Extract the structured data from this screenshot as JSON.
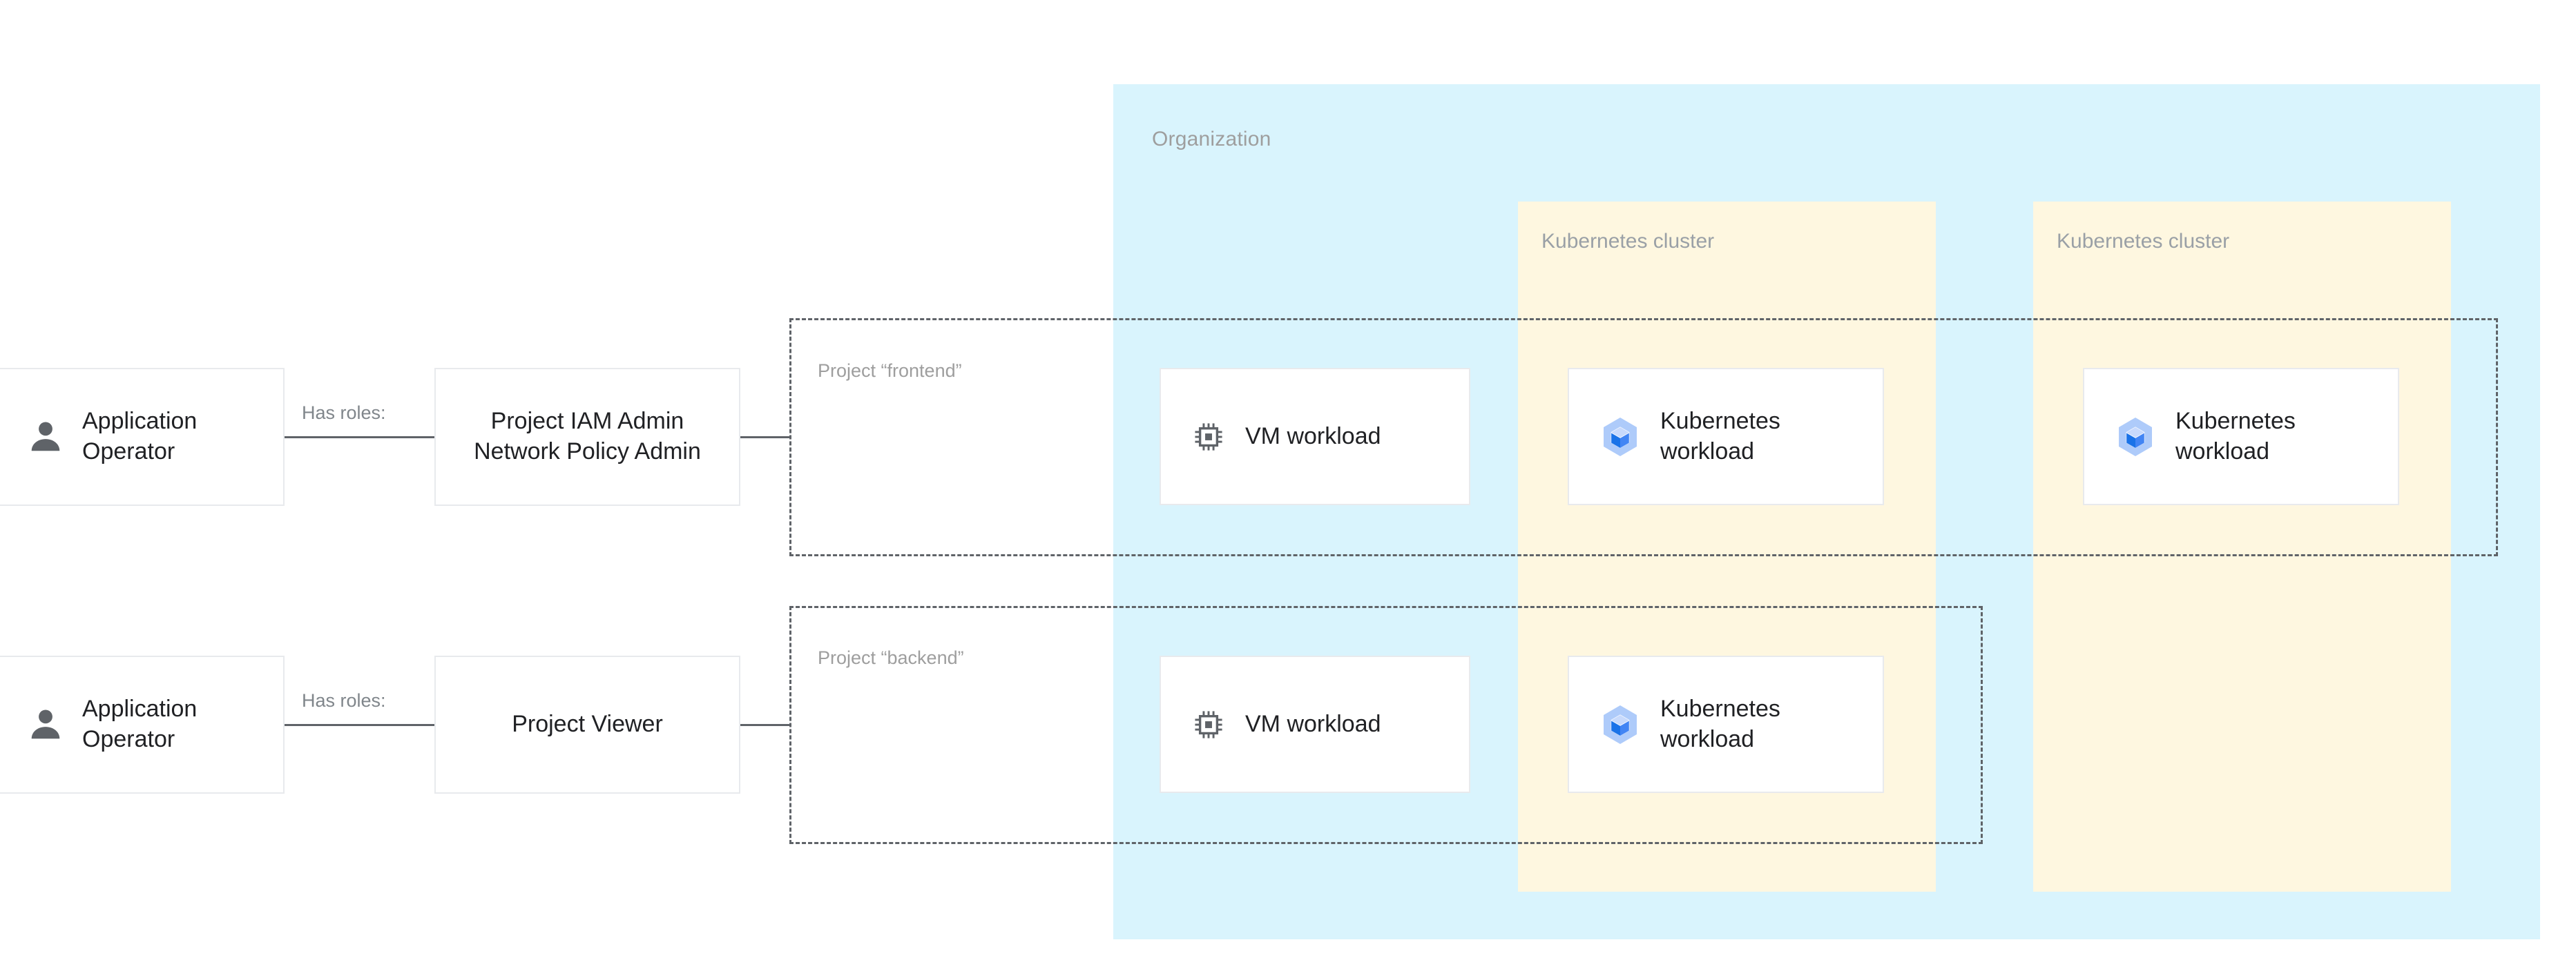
{
  "organization": {
    "label": "Organization",
    "bg_color": "#d9f4fd"
  },
  "clusters": [
    {
      "label": "Kubernetes cluster",
      "bg_color": "#fef7e0"
    },
    {
      "label": "Kubernetes cluster",
      "bg_color": "#fef7e0"
    }
  ],
  "projects": [
    {
      "label": "Project “frontend”"
    },
    {
      "label": "Project “backend”"
    }
  ],
  "rows": [
    {
      "actor": {
        "label": "Application Operator",
        "icon": "person-icon"
      },
      "relation": "Has roles:",
      "role": {
        "label": "Project IAM Admin Network Policy Admin"
      }
    },
    {
      "actor": {
        "label": "Application Operator",
        "icon": "person-icon"
      },
      "relation": "Has roles:",
      "role": {
        "label": "Project Viewer"
      }
    }
  ],
  "workloads": {
    "vm_frontend": {
      "label": "VM workload",
      "icon": "cpu-chip-icon"
    },
    "vm_backend": {
      "label": "VM workload",
      "icon": "cpu-chip-icon"
    },
    "k8s_frontend_c1": {
      "label": "Kubernetes workload",
      "icon": "kubernetes-icon"
    },
    "k8s_backend_c1": {
      "label": "Kubernetes workload",
      "icon": "kubernetes-icon"
    },
    "k8s_frontend_c2": {
      "label": "Kubernetes workload",
      "icon": "kubernetes-icon"
    }
  },
  "colors": {
    "organization_fill": "#d9f4fd",
    "cluster_fill": "#fef7e0",
    "card_border": "#e8eaed",
    "text_primary": "#202124",
    "text_muted": "#9e9e9e",
    "connector": "#5f6368",
    "kubernetes_blue": "#4285f4",
    "kubernetes_light": "#aecbfa",
    "icon_gray": "#5f6368"
  }
}
